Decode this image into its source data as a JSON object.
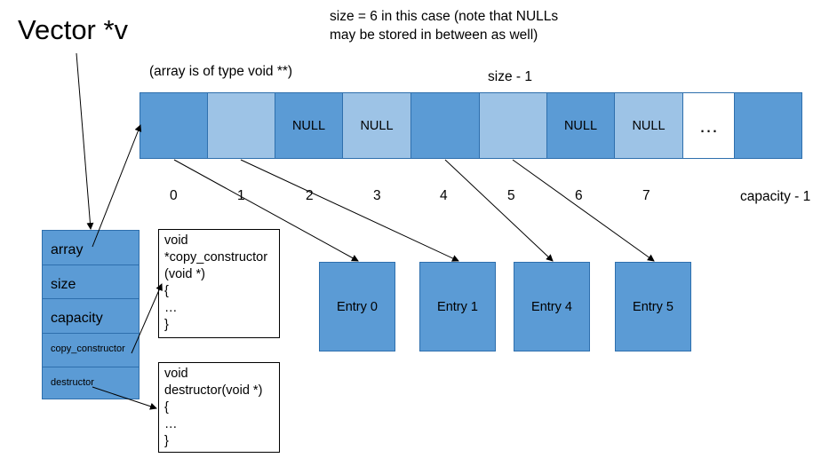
{
  "title": "Vector *v",
  "note": "size = 6 in this case (note that NULLs may be stored in between as well)",
  "array_type": "(array is of type void **)",
  "size_minus_one": "size - 1",
  "array_cells": [
    "",
    "",
    "NULL",
    "NULL",
    "",
    "",
    "NULL",
    "NULL",
    "…",
    ""
  ],
  "indices": [
    "0",
    "1",
    "2",
    "3",
    "4",
    "5",
    "6",
    "7"
  ],
  "capacity_label": "capacity - 1",
  "struct_fields": {
    "array": "array",
    "size": "size",
    "capacity": "capacity",
    "copy_constructor": "copy_constructor",
    "destructor": "destructor"
  },
  "copy_constructor_code": [
    "void",
    "*copy_constructor (void *)",
    "{",
    "…",
    "}"
  ],
  "destructor_code": [
    "void",
    "destructor(void *)",
    "{",
    "…",
    "}"
  ],
  "entries": [
    "Entry 0",
    "Entry 1",
    "Entry 4",
    "Entry 5"
  ],
  "colors": {
    "dark_cell": "#5b9bd5",
    "light_cell": "#9dc3e6",
    "border": "#2e6fad"
  }
}
